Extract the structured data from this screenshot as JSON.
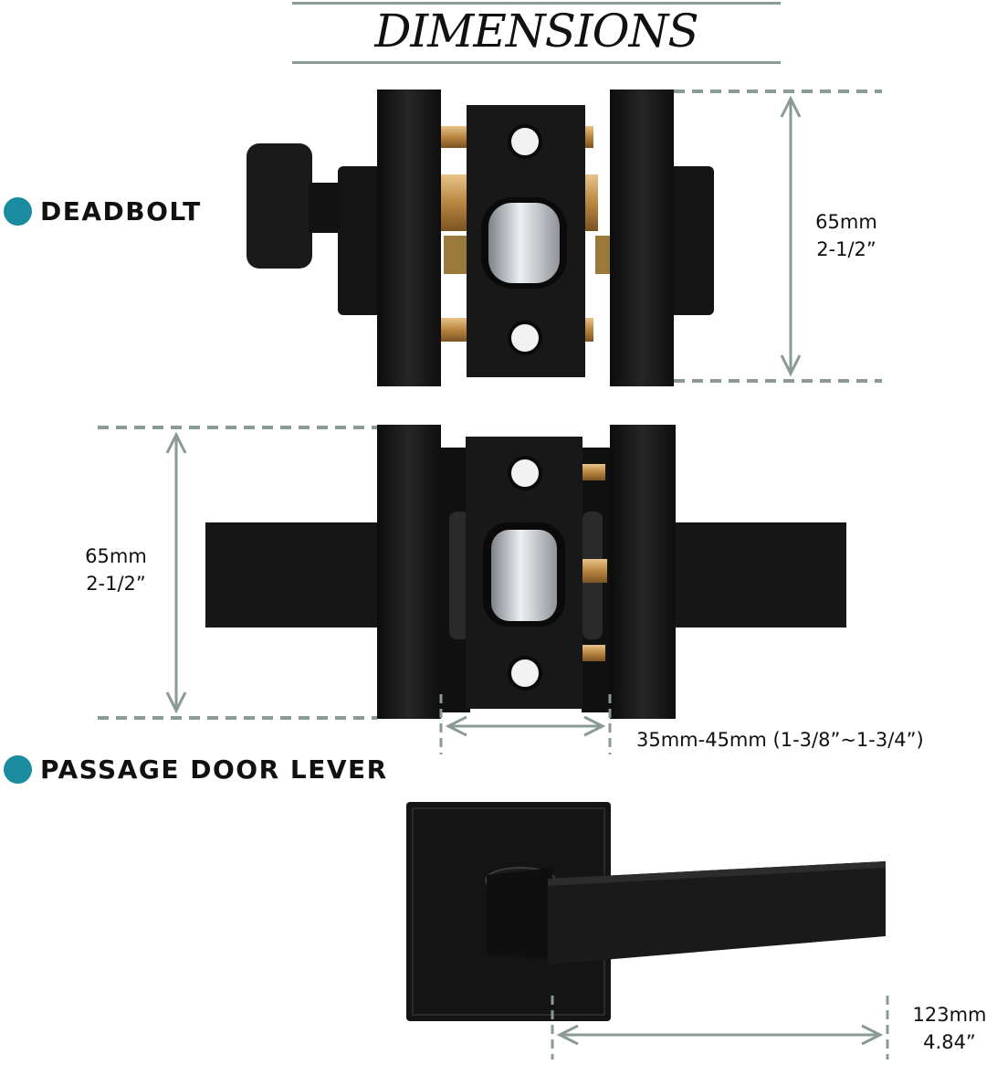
{
  "title": "DIMENSIONS",
  "sections": {
    "deadbolt": {
      "label": "DEADBOLT"
    },
    "passage": {
      "label": "PASSAGE DOOR LEVER"
    }
  },
  "dimensions": {
    "deadbolt_height": {
      "metric": "65mm",
      "imperial": "2-1/2”"
    },
    "lever_height": {
      "metric": "65mm",
      "imperial": "2-1/2”"
    },
    "door_thickness": {
      "text": "35mm-45mm (1-3/8”~1-3/4”)"
    },
    "lever_length": {
      "metric": "123mm",
      "imperial": "4.84”"
    }
  },
  "colors": {
    "accent_dot": "#1b8b9f",
    "dimension_line": "#8a9a96",
    "hardware_black": "#151515",
    "brass": "#c79a55",
    "chrome": "#c9ccd0"
  }
}
